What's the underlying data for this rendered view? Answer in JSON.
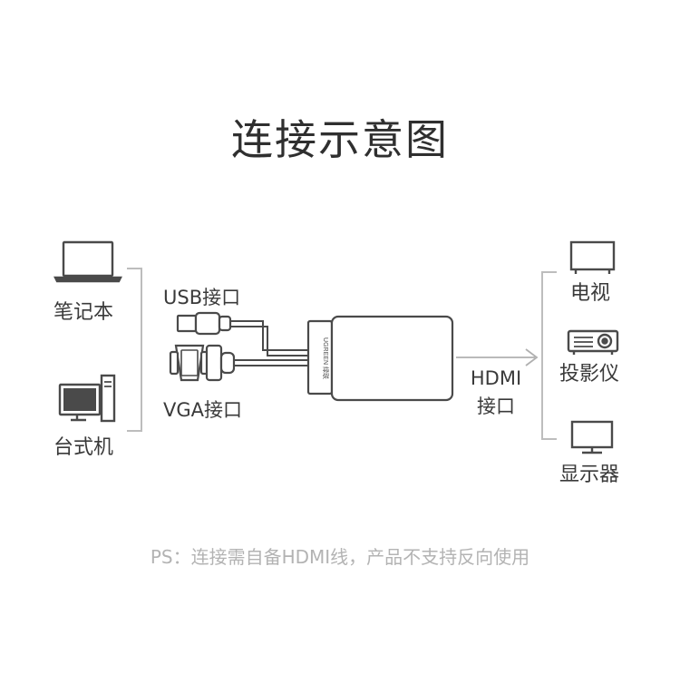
{
  "title": "连接示意图",
  "left_devices": [
    {
      "label": "笔记本",
      "icon": "laptop-icon"
    },
    {
      "label": "台式机",
      "icon": "desktop-computer-icon"
    }
  ],
  "ports": {
    "usb": "USB接口",
    "vga": "VGA接口",
    "hdmi_line1": "HDMI",
    "hdmi_line2": "接口"
  },
  "adapter_brand": "UGREEN 绿联",
  "right_devices": [
    {
      "label": "电视",
      "icon": "tv-icon"
    },
    {
      "label": "投影仪",
      "icon": "projector-icon"
    },
    {
      "label": "显示器",
      "icon": "monitor-icon"
    }
  ],
  "note": "PS：连接需自备HDMI线，产品不支持反向使用",
  "colors": {
    "line": "#b5b5b5",
    "icon": "#4a4a4a",
    "note": "#b3b3b3"
  }
}
